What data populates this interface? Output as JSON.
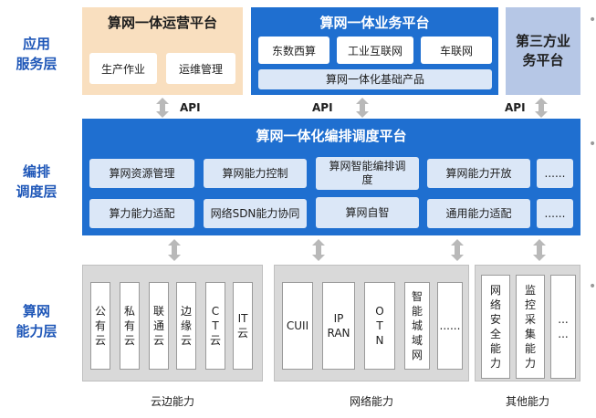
{
  "layers": {
    "app_line1": "应用",
    "app_line2": "服务层",
    "orch_line1": "编排",
    "orch_line2": "调度层",
    "cap_line1": "算网",
    "cap_line2": "能力层"
  },
  "app_layer": {
    "ops_platform": {
      "title": "算网一体运营平台",
      "items": [
        "生产作业",
        "运维管理"
      ]
    },
    "biz_platform": {
      "title": "算网一体业务平台",
      "items": [
        "东数西算",
        "工业互联网",
        "车联网"
      ],
      "base": "算网一体化基础产品"
    },
    "third_party": {
      "title_line1": "第三方业",
      "title_line2": "务平台"
    }
  },
  "api_labels": [
    "API",
    "API",
    "API"
  ],
  "orchestration": {
    "title": "算网一体化编排调度平台",
    "row1": [
      "算网资源管理",
      "算网能力控制",
      "算网智能编排调",
      "度",
      "算网能力开放",
      "......"
    ],
    "row2": [
      "算力能力适配",
      "网络SDN能力协同",
      "算网自智",
      "通用能力适配",
      "......"
    ]
  },
  "capability": {
    "cloud": {
      "caption": "云边能力",
      "columns": [
        [
          "公",
          "有",
          "云"
        ],
        [
          "私",
          "有",
          "云"
        ],
        [
          "联",
          "通",
          "云"
        ],
        [
          "边",
          "缘",
          "云"
        ],
        [
          "C",
          "T",
          "云"
        ],
        [
          "IT",
          "云"
        ]
      ]
    },
    "network": {
      "caption": "网络能力",
      "columns": [
        [
          "CUII"
        ],
        [
          "IP",
          "RAN"
        ],
        [
          "O",
          "T",
          "N"
        ],
        [
          "智",
          "能",
          "城",
          "域",
          "网"
        ],
        [
          "......"
        ]
      ]
    },
    "other": {
      "caption": "其他能力",
      "columns": [
        [
          "网",
          "络",
          "安",
          "全",
          "能",
          "力"
        ],
        [
          "监",
          "控",
          "采",
          "集",
          "能",
          "力"
        ],
        [
          "...",
          "..."
        ]
      ]
    }
  }
}
